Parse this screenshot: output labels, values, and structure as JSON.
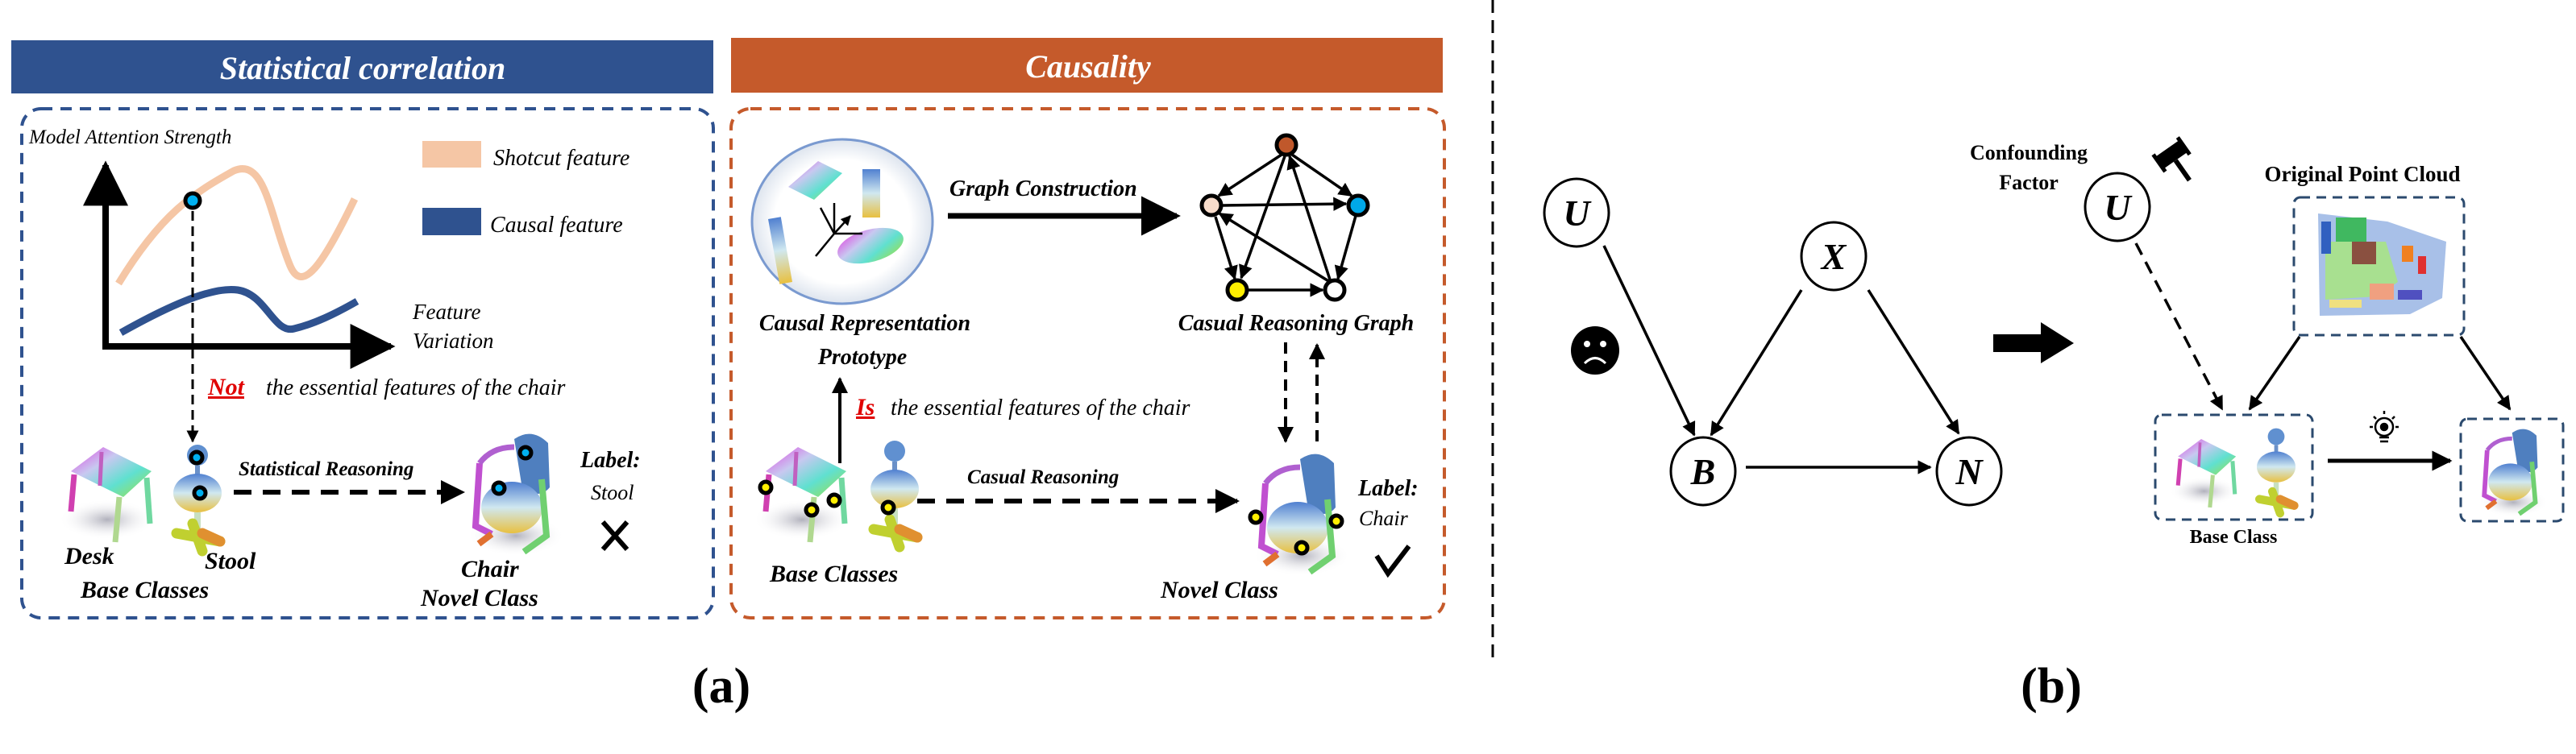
{
  "panel_a": {
    "label": "(a)",
    "statistical": {
      "title": "Statistical correlation",
      "banner_color": "#2f528f",
      "y_axis": "Model Attention Strength",
      "x_axis_line1": "Feature",
      "x_axis_line2": "Variation",
      "legend": [
        {
          "label": "Shotcut feature",
          "color": "#f5c6a5"
        },
        {
          "label": "Causal feature",
          "color": "#2f528f"
        }
      ],
      "emphasis_word": "Not",
      "emphasis_rest": "the essential features of the chair",
      "reasoning": "Statistical Reasoning",
      "desk": "Desk",
      "stool": "Stool",
      "base_classes": "Base Classes",
      "chair": "Chair",
      "novel_class": "Novel Class",
      "label_title": "Label:",
      "label_value": "Stool",
      "result_icon": "cross-icon"
    },
    "causality": {
      "title": "Causality",
      "banner_color": "#c55a2b",
      "graph_construction": "Graph Construction",
      "prototype_line1": "Causal Representation",
      "prototype_line2": "Prototype",
      "graph_title": "Casual Reasoning Graph",
      "emphasis_word": "Is",
      "emphasis_rest": "the essential features of the chair",
      "reasoning": "Casual Reasoning",
      "base_classes": "Base Classes",
      "novel_class": "Novel Class",
      "label_title": "Label:",
      "label_value": "Chair",
      "result_icon": "check-icon",
      "node_colors": [
        "#c0582b",
        "#f8dccb",
        "#00a8e8",
        "#ffef00",
        "#ffffff"
      ]
    }
  },
  "panel_b": {
    "label": "(b)",
    "dag": {
      "u": "U",
      "x": "X",
      "b": "B",
      "n": "N",
      "emoji_icon": "sad-face-icon"
    },
    "intervened": {
      "confounding_line1": "Confounding",
      "confounding_line2": "Factor",
      "u": "U",
      "original_point_cloud": "Original Point Cloud",
      "base_class": "Base Class",
      "gavel_icon": "gavel-icon",
      "bulb_icon": "lightbulb-icon"
    }
  }
}
